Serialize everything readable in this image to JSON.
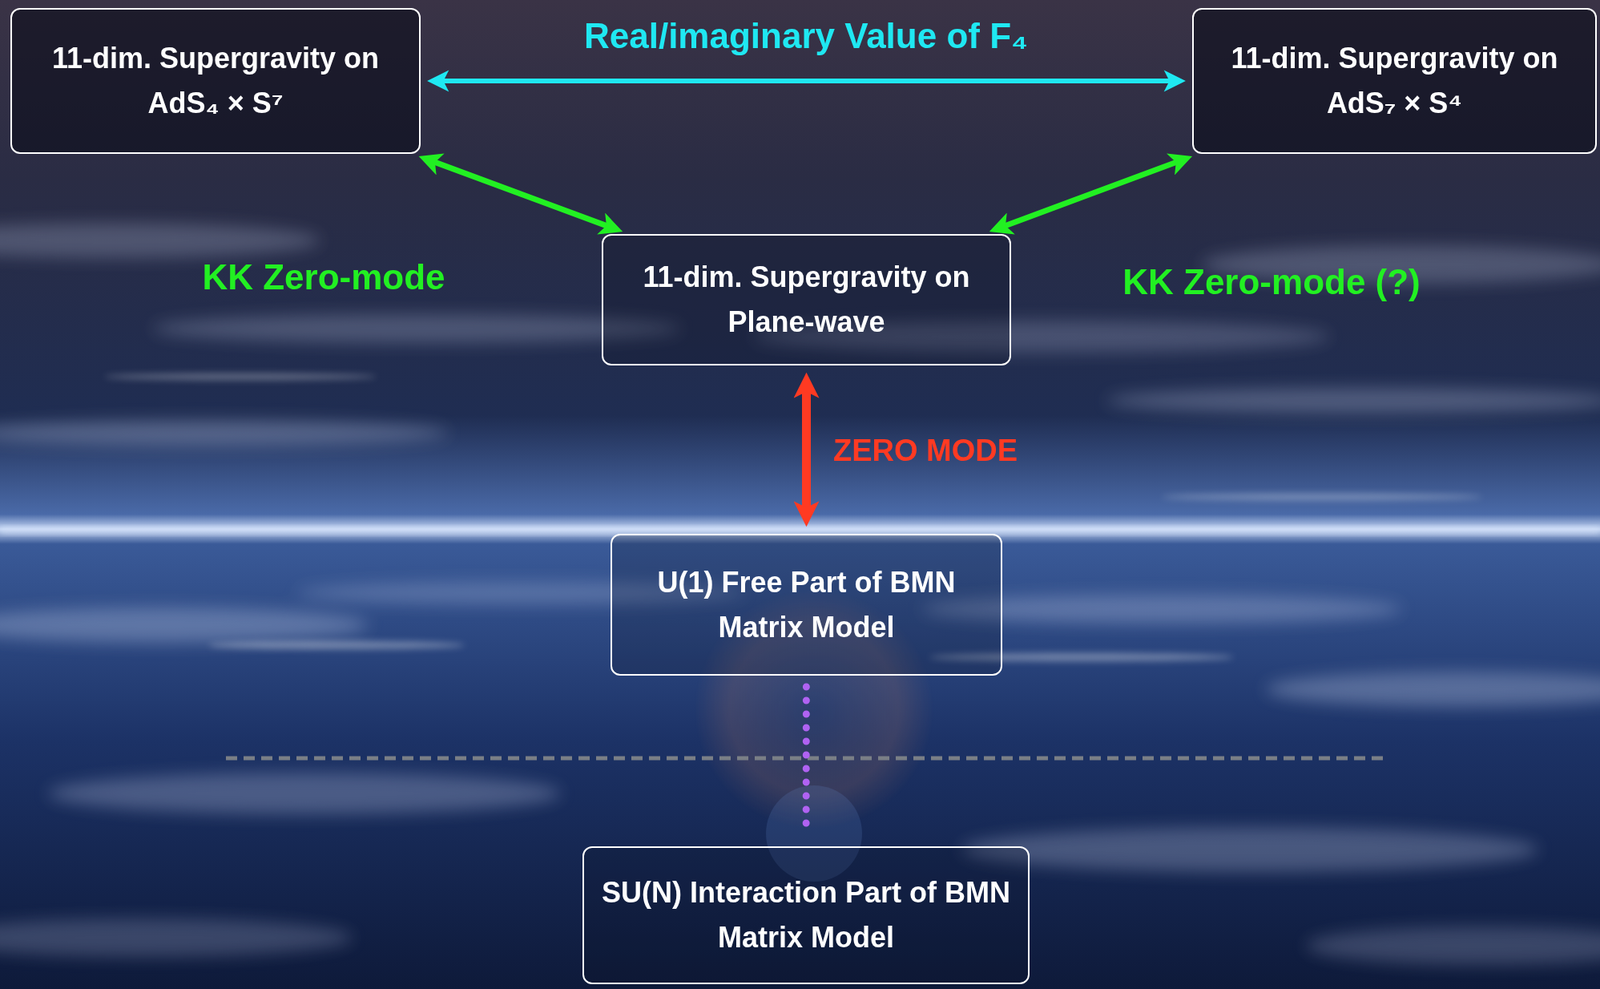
{
  "diagram": {
    "nodes": [
      {
        "text": [
          "11-dim. Supergravity on AdS₄ × S⁷"
        ]
      },
      {
        "text": [
          "11-dim. Supergravity on AdS₇ × S⁴"
        ]
      },
      {
        "text": [
          "11-dim. Supergravity on Plane-wave"
        ]
      },
      {
        "text": [
          "U(1) Free Part of BMN Matrix Model"
        ]
      },
      {
        "text": [
          "SU(N) Interaction Part of BMN Matrix Model"
        ]
      }
    ],
    "edges": [
      {
        "from": 0,
        "to": 1,
        "arrow": "both",
        "label": "Real/imaginary Value of F₄"
      },
      {
        "from": 0,
        "to": 2,
        "arrow": "both",
        "label": "KK Zero-mode"
      },
      {
        "from": 1,
        "to": 2,
        "arrow": "both",
        "label": "KK Zero-mode (?)"
      },
      {
        "from": 2,
        "to": 3,
        "arrow": "both",
        "label": "ZERO MODE"
      },
      {
        "from": 3,
        "to": 4,
        "arrow": "none"
      }
    ]
  }
}
